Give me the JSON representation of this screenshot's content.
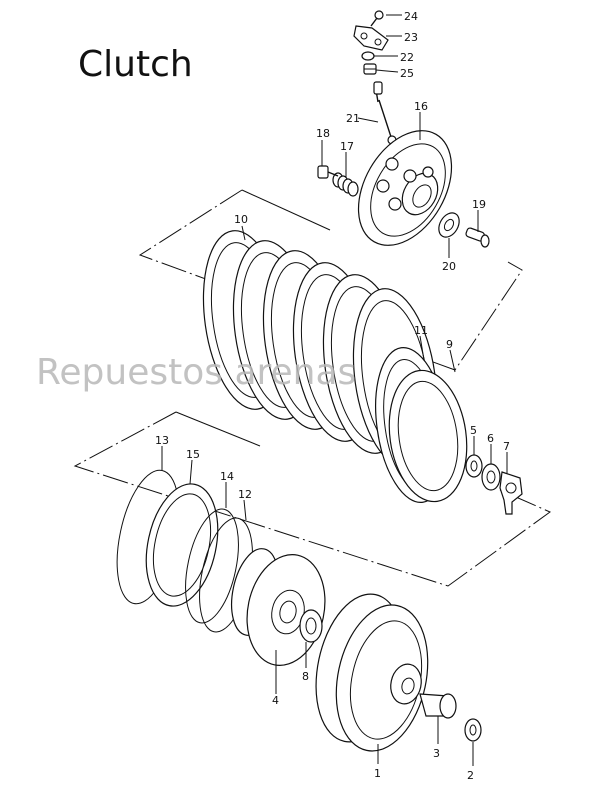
{
  "title": "Clutch",
  "watermark": "Repuestos arenas",
  "callouts": [
    "1",
    "2",
    "3",
    "4",
    "5",
    "6",
    "7",
    "8",
    "9",
    "10",
    "11",
    "12",
    "13",
    "14",
    "15",
    "16",
    "17",
    "18",
    "19",
    "20",
    "21",
    "22",
    "23",
    "24",
    "25"
  ]
}
